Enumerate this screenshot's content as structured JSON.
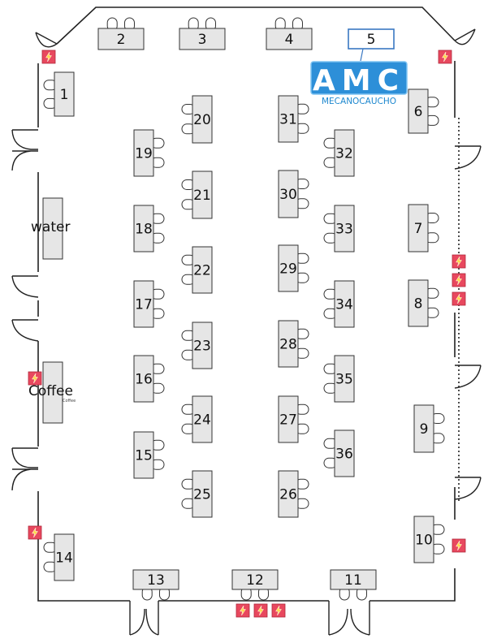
{
  "tables": [
    {
      "number": "1"
    },
    {
      "number": "2"
    },
    {
      "number": "3"
    },
    {
      "number": "4"
    },
    {
      "number": "5"
    },
    {
      "number": "6"
    },
    {
      "number": "7"
    },
    {
      "number": "8"
    },
    {
      "number": "9"
    },
    {
      "number": "10"
    },
    {
      "number": "11"
    },
    {
      "number": "12"
    },
    {
      "number": "13"
    },
    {
      "number": "14"
    },
    {
      "number": "15"
    },
    {
      "number": "16"
    },
    {
      "number": "17"
    },
    {
      "number": "18"
    },
    {
      "number": "19"
    },
    {
      "number": "20"
    },
    {
      "number": "21"
    },
    {
      "number": "22"
    },
    {
      "number": "23"
    },
    {
      "number": "24"
    },
    {
      "number": "25"
    },
    {
      "number": "26"
    },
    {
      "number": "27"
    },
    {
      "number": "28"
    },
    {
      "number": "29"
    },
    {
      "number": "30"
    },
    {
      "number": "31"
    },
    {
      "number": "32"
    },
    {
      "number": "33"
    },
    {
      "number": "34"
    },
    {
      "number": "35"
    },
    {
      "number": "36"
    }
  ],
  "stations": {
    "water": "water",
    "coffee": "Coffee",
    "coffee_small": "Coffee"
  },
  "sponsor": {
    "logo_text": "AMC",
    "name": "MECANOCAUCHO"
  },
  "colors": {
    "power_outlet": "#e8485e",
    "table_fill": "#e6e6e6",
    "table_stroke": "#333333",
    "wall": "#222222",
    "brand_blue": "#1e88cf",
    "table5_stroke": "#3a78c2"
  },
  "icons": {
    "power": "lightning-icon",
    "door": "door-swing-icon",
    "chair": "chair-icon"
  }
}
